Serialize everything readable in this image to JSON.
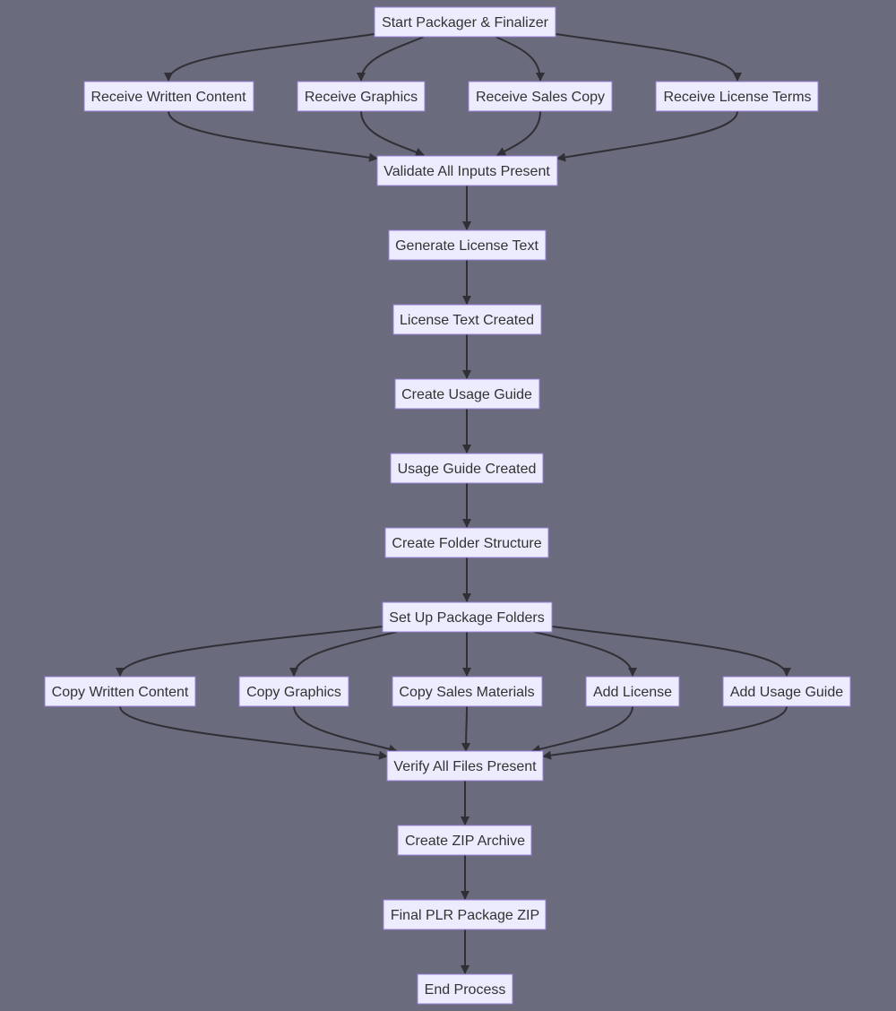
{
  "flowchart": {
    "start": "Start Packager & Finalizer",
    "inputs": [
      "Receive Written Content",
      "Receive Graphics",
      "Receive Sales Copy",
      "Receive License Terms"
    ],
    "validate": "Validate All Inputs Present",
    "license_generate": "Generate License Text",
    "license_created": "License Text Created",
    "guide_create": "Create Usage Guide",
    "guide_created": "Usage Guide Created",
    "folder_create": "Create Folder Structure",
    "folder_setup": "Set Up Package Folders",
    "copy_steps": [
      "Copy Written Content",
      "Copy Graphics",
      "Copy Sales Materials",
      "Add License",
      "Add Usage Guide"
    ],
    "verify": "Verify All Files Present",
    "zip_create": "Create ZIP Archive",
    "zip_final": "Final PLR Package ZIP",
    "end": "End Process"
  },
  "colors": {
    "background": "#6a6b7c",
    "node_fill": "#ececfe",
    "node_border": "#9a7fd8",
    "edge": "#2f2f35",
    "text": "#333333"
  }
}
